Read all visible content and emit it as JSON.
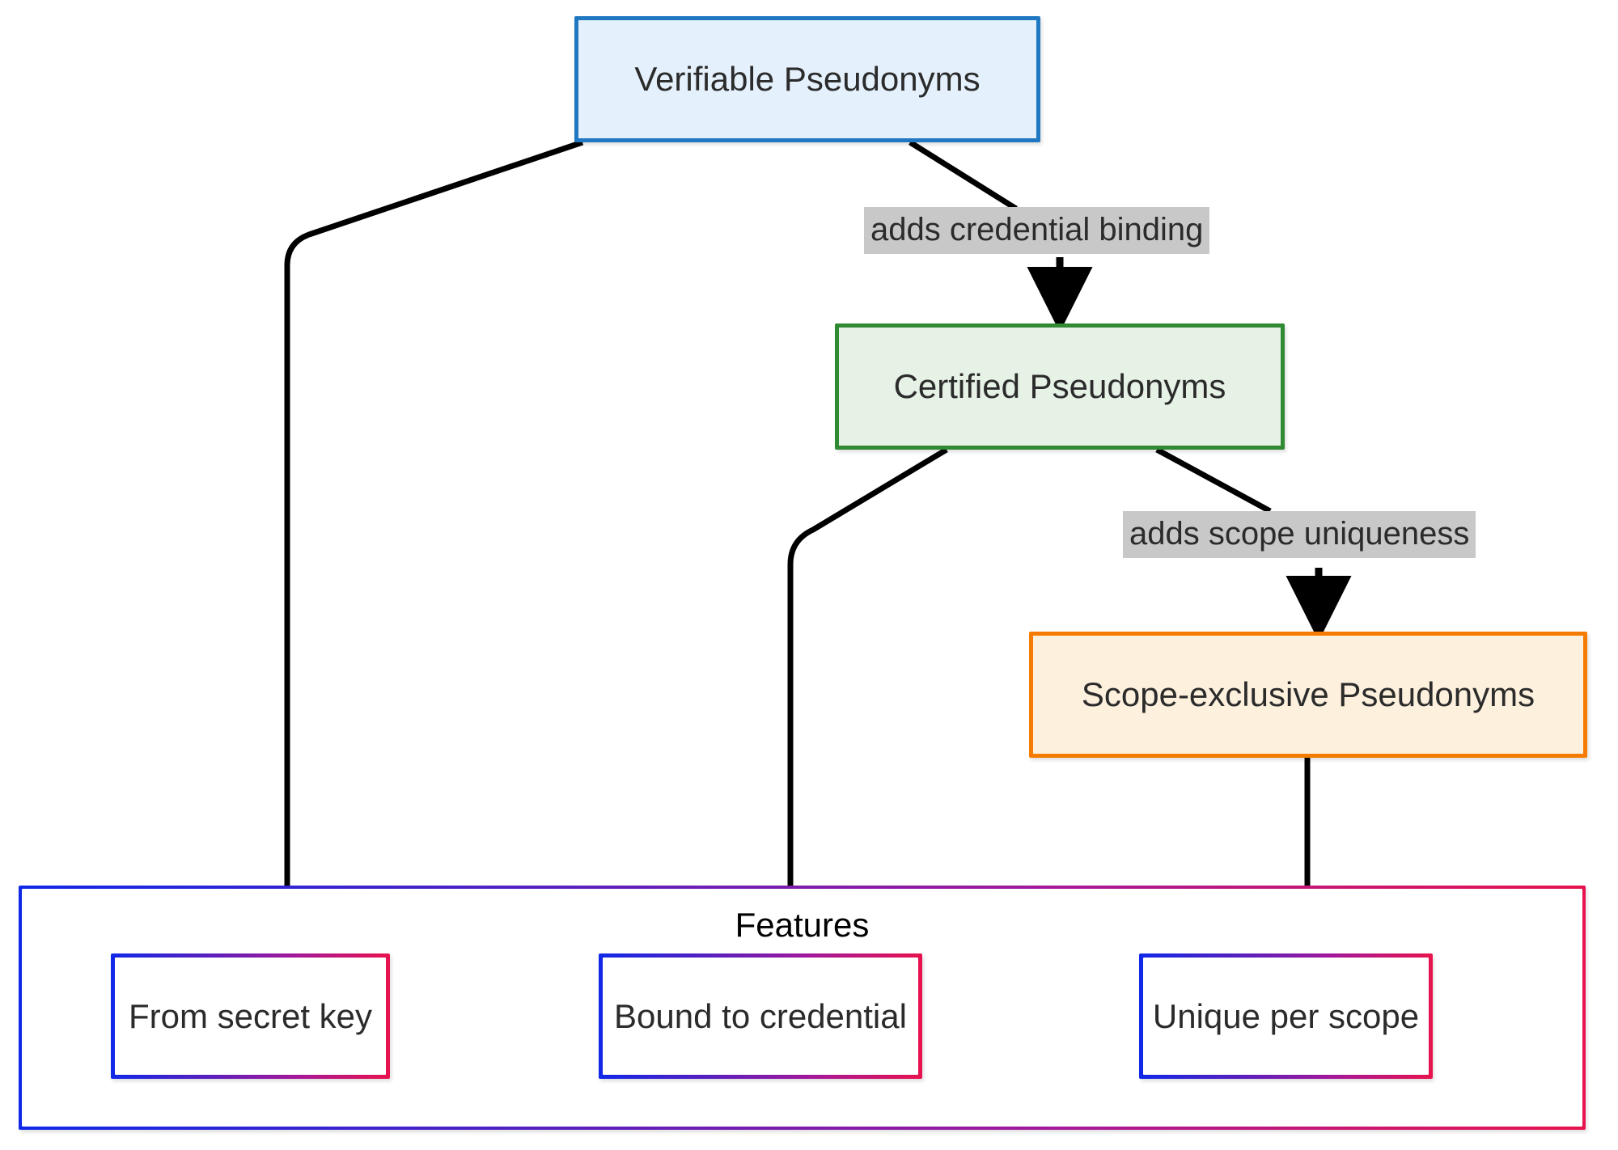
{
  "diagram": {
    "type": "flowchart",
    "direction": "top-down",
    "nodes": [
      {
        "id": "verifiable",
        "label": "Verifiable Pseudonyms",
        "fill": "#e4f0fb",
        "stroke": "#1f78c1"
      },
      {
        "id": "certified",
        "label": "Certified Pseudonyms",
        "fill": "#e6f2e6",
        "stroke": "#2f8a33"
      },
      {
        "id": "scope_exclusive",
        "label": "Scope-exclusive Pseudonyms",
        "fill": "#fdf0dd",
        "stroke": "#f57c00"
      }
    ],
    "edge_labels": [
      {
        "id": "credential_binding",
        "label": "adds credential binding",
        "fill": "#c8c8c8"
      },
      {
        "id": "scope_uniqueness",
        "label": "adds scope uniqueness",
        "fill": "#c8c8c8"
      }
    ],
    "edges": [
      {
        "from": "verifiable",
        "to": "certified",
        "label": "adds credential binding",
        "arrow": true
      },
      {
        "from": "certified",
        "to": "scope_exclusive",
        "label": "adds scope uniqueness",
        "arrow": true
      },
      {
        "from": "verifiable",
        "to": "from_secret_key",
        "label": "",
        "arrow": false
      },
      {
        "from": "certified",
        "to": "bound_to_credential",
        "label": "",
        "arrow": false
      },
      {
        "from": "scope_exclusive",
        "to": "unique_per_scope",
        "label": "",
        "arrow": false
      }
    ],
    "subgraph": {
      "id": "features",
      "title": "Features",
      "border_gradient_start": "#1028e8",
      "border_gradient_end": "#e8134e",
      "items": [
        {
          "id": "from_secret_key",
          "label": "From secret key"
        },
        {
          "id": "bound_to_credential",
          "label": "Bound to credential"
        },
        {
          "id": "unique_per_scope",
          "label": "Unique per scope"
        }
      ]
    },
    "edge_color": "#000000"
  }
}
